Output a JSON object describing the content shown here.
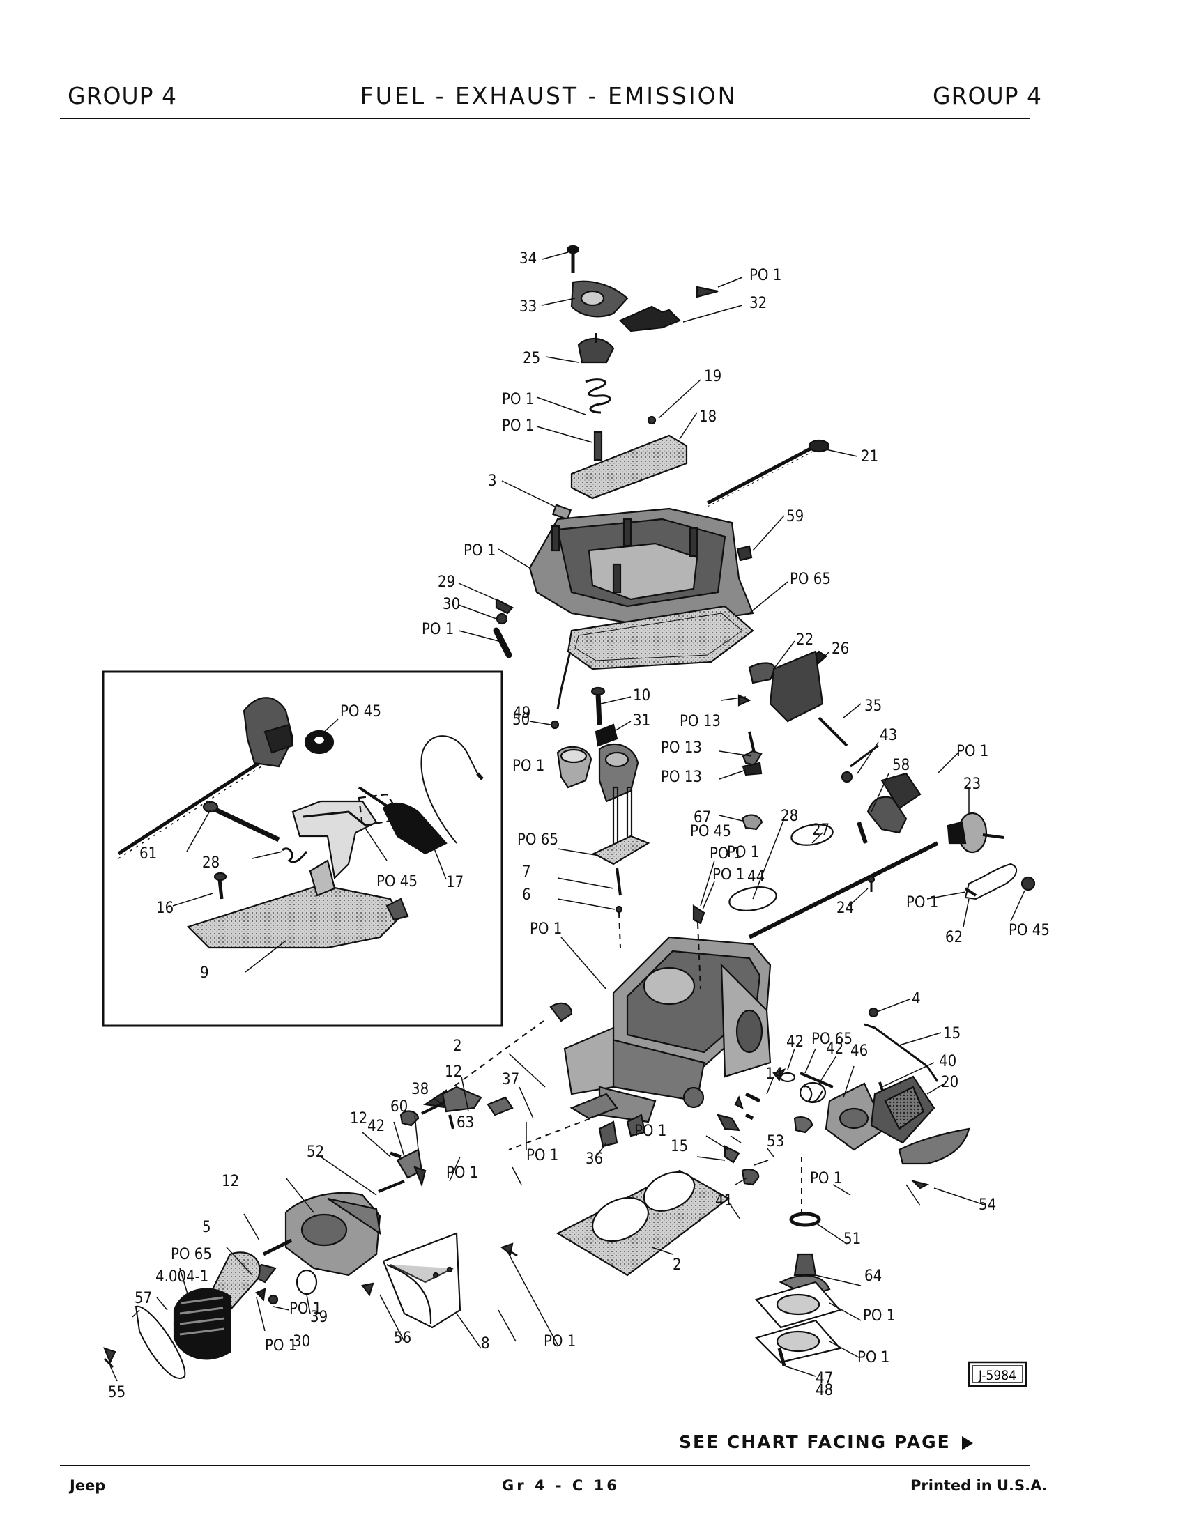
{
  "header": {
    "left": "GROUP 4",
    "center": "FUEL - EXHAUST - EMISSION",
    "right": "GROUP 4"
  },
  "figure_id": "J-5984",
  "see_chart": "SEE CHART FACING PAGE",
  "footer": {
    "left": "Jeep",
    "center": "Gr 4 - C 16",
    "right": "Printed in U.S.A."
  },
  "callouts": [
    "34",
    "33",
    "PO 1",
    "32",
    "25",
    "PO 1",
    "PO 1",
    "19",
    "18",
    "21",
    "3",
    "PO 1",
    "59",
    "29",
    "30",
    "PO 1",
    "PO 65",
    "22",
    "26",
    "49",
    "10",
    "50",
    "31",
    "PO 13",
    "35",
    "PO 1",
    "PO 13",
    "PO 13",
    "43",
    "58",
    "PO 1",
    "23",
    "67",
    "PO 65",
    "7",
    "6",
    "PO 1",
    "PO 1",
    "PO 1",
    "PO 1",
    "44",
    "28",
    "27",
    "24",
    "PO 1",
    "62",
    "PO 45",
    "PO 45",
    "PO 45",
    "61",
    "28",
    "PO 45",
    "17",
    "16",
    "9",
    "4",
    "15",
    "40",
    "20",
    "42",
    "PO 65",
    "14",
    "42",
    "46",
    "2",
    "38",
    "12",
    "37",
    "60",
    "12",
    "42",
    "63",
    "PO 1",
    "52",
    "15",
    "PO 1",
    "53",
    "PO 1",
    "36",
    "PO 1",
    "54",
    "12",
    "5",
    "41",
    "51",
    "2",
    "PO 65",
    "4.004-1",
    "64",
    "57",
    "39",
    "56",
    "PO 1",
    "PO 1",
    "8",
    "PO 1",
    "PO 1",
    "PO 1",
    "30",
    "47",
    "55",
    "48"
  ]
}
